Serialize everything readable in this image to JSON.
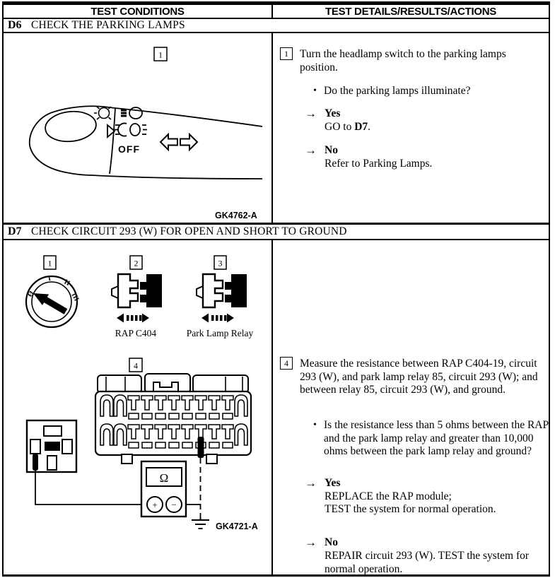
{
  "header": {
    "test_conditions": "TEST CONDITIONS",
    "test_details_results_actions": "TEST DETAILS/RESULTS/ACTIONS"
  },
  "glyphs": {
    "arrow": "→",
    "bullet": "•"
  },
  "d6": {
    "code": "D6",
    "title": "CHECK THE PARKING LAMPS",
    "figure": {
      "step_marker": "1",
      "off_label": "OFF",
      "figure_id": "GK4762-A"
    },
    "step": {
      "number": "1",
      "instruction": "Turn the headlamp switch to the parking lamps position.",
      "question": "Do the parking lamps illuminate?",
      "yes_label": "Yes",
      "yes_action_prefix": "GO to ",
      "yes_action_target": "D7",
      "yes_action_suffix": ".",
      "no_label": "No",
      "no_action": "Refer to Parking Lamps."
    }
  },
  "d7": {
    "code": "D7",
    "title": "CHECK CIRCUIT 293 (W) FOR OPEN AND SHORT TO GROUND",
    "figure": {
      "marker1": "1",
      "marker2": "2",
      "marker3": "3",
      "marker4": "4",
      "ignition_marks": {
        "lock": "Ø",
        "one": "I",
        "two": "II",
        "three": "III"
      },
      "rap_connector_label": "RAP C404",
      "park_lamp_relay_label": "Park Lamp Relay",
      "ohm_symbol": "Ω",
      "plus_symbol": "+",
      "minus_symbol": "−",
      "figure_id": "GK4721-A"
    },
    "step": {
      "number": "4",
      "instruction": "Measure the resistance between RAP C404-19, circuit 293 (W), and park lamp relay 85, circuit 293 (W); and between relay 85, circuit 293 (W), and ground.",
      "question": "Is the resistance less than 5 ohms between the RAP and the park lamp relay and greater than 10,000 ohms between the park lamp relay and ground?",
      "yes_label": "Yes",
      "yes_action_line1": "REPLACE the RAP module;",
      "yes_action_line2": "TEST the system for normal operation.",
      "no_label": "No",
      "no_action": "REPAIR circuit 293 (W). TEST the system for normal operation."
    }
  }
}
